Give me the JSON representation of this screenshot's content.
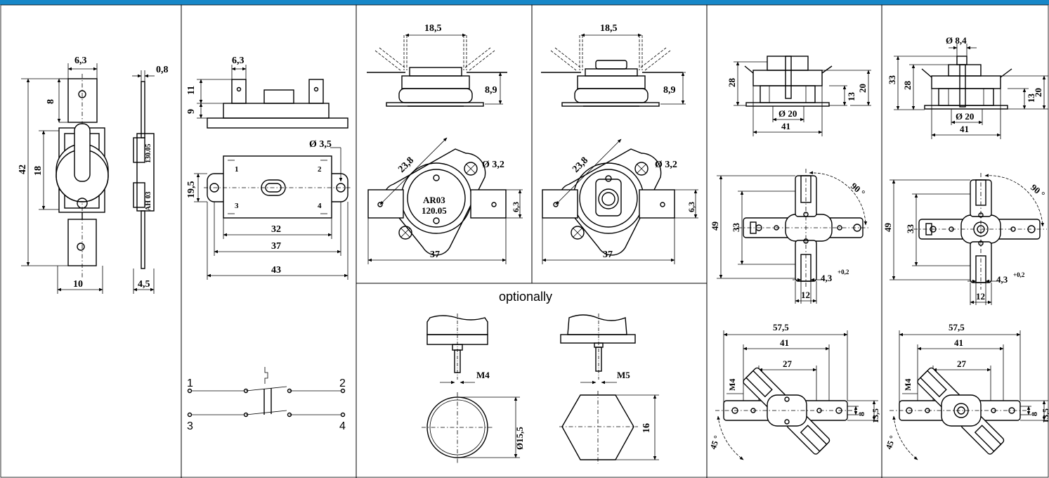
{
  "colors": {
    "top_bar": "#1787c8",
    "ink": "#000000",
    "paper": "#ffffff"
  },
  "panel1": {
    "w_top": "6,3",
    "t_side": "0,8",
    "h8": "8",
    "h42": "42",
    "h18": "18",
    "w10": "10",
    "w45": "4,5",
    "mark1": "130.05",
    "mark2": "AH 03"
  },
  "panel2": {
    "w63": "6,3",
    "h11": "11",
    "h9": "9",
    "d35": "Ø  3,5",
    "h195": "19,5",
    "w32": "32",
    "w37": "37",
    "w43": "43",
    "pin1": "1",
    "pin2": "2",
    "pin3": "3",
    "pin4": "4"
  },
  "schematic": {
    "t1": "1",
    "t2": "2",
    "t3": "3",
    "t4": "4"
  },
  "panel3": {
    "w185": "18,5",
    "h89": "8,9",
    "r238": "23,8",
    "d32": "Ø  3,2",
    "w63": "6,3",
    "w37": "37",
    "label1": "AR03",
    "label2": "120.05"
  },
  "panel4": {
    "w185": "18,5",
    "h89": "8,9",
    "r238": "23,8",
    "d32": "Ø  3,2",
    "w63": "6,3",
    "w37": "37"
  },
  "optional": {
    "title": "optionally",
    "m4": "M4",
    "m5": "M5",
    "d155": "Ø15,5",
    "w16": "16"
  },
  "panel5": {
    "h28": "28",
    "h13": "13",
    "h20": "20",
    "d20": "Ø  20",
    "w41": "41",
    "a90": "90 °",
    "h49": "49",
    "h33": "33",
    "w43": "4,3",
    "tol": "+0,2",
    "w12": "12",
    "w575": "57,5",
    "w41b": "41",
    "w27": "27",
    "m4": "M4",
    "h8": "8",
    "h135": "13,5",
    "a45": "45 °"
  },
  "panel6": {
    "d84": "Ø  8,4",
    "h33": "33",
    "h28": "28",
    "h13": "13",
    "h20": "20",
    "d20": "Ø  20",
    "w41": "41",
    "a90": "90 °",
    "h49": "49",
    "h33b": "33",
    "w43": "4,3",
    "tol": "+0,2",
    "w12": "12",
    "w575": "57,5",
    "w41b": "41",
    "w27": "27",
    "m4": "M4",
    "h8": "8",
    "h135": "13,5",
    "a45": "45 °"
  }
}
